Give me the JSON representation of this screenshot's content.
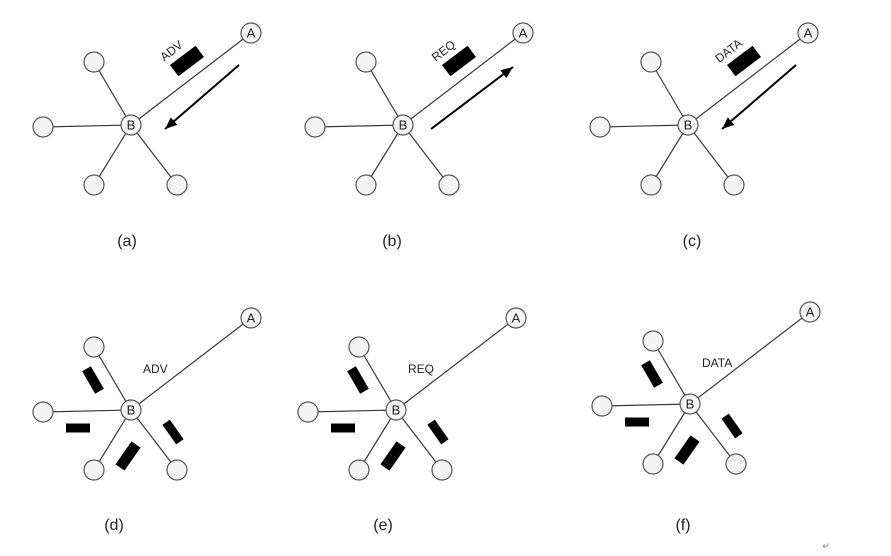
{
  "panels": [
    {
      "caption": "(a)",
      "message": "ADV",
      "mode": "unicast",
      "direction": "A-to-B",
      "node_labels": {
        "hub": "B",
        "remote": "A"
      }
    },
    {
      "caption": "(b)",
      "message": "REQ",
      "mode": "unicast",
      "direction": "B-to-A",
      "node_labels": {
        "hub": "B",
        "remote": "A"
      }
    },
    {
      "caption": "(c)",
      "message": "DATA",
      "mode": "unicast",
      "direction": "A-to-B",
      "node_labels": {
        "hub": "B",
        "remote": "A"
      }
    },
    {
      "caption": "(d)",
      "message": "ADV",
      "mode": "broadcast",
      "direction": "",
      "node_labels": {
        "hub": "B",
        "remote": "A"
      }
    },
    {
      "caption": "(e)",
      "message": "REQ",
      "mode": "broadcast",
      "direction": "",
      "node_labels": {
        "hub": "B",
        "remote": "A"
      }
    },
    {
      "caption": "(f)",
      "message": "DATA",
      "mode": "broadcast",
      "direction": "",
      "node_labels": {
        "hub": "B",
        "remote": "A"
      }
    }
  ],
  "footer_mark": "↵",
  "colors": {
    "edge": "#3a3a3a",
    "node_fill": "#f4f4f4",
    "node_stroke": "#555555",
    "packet": "#000000",
    "text": "#222222"
  }
}
